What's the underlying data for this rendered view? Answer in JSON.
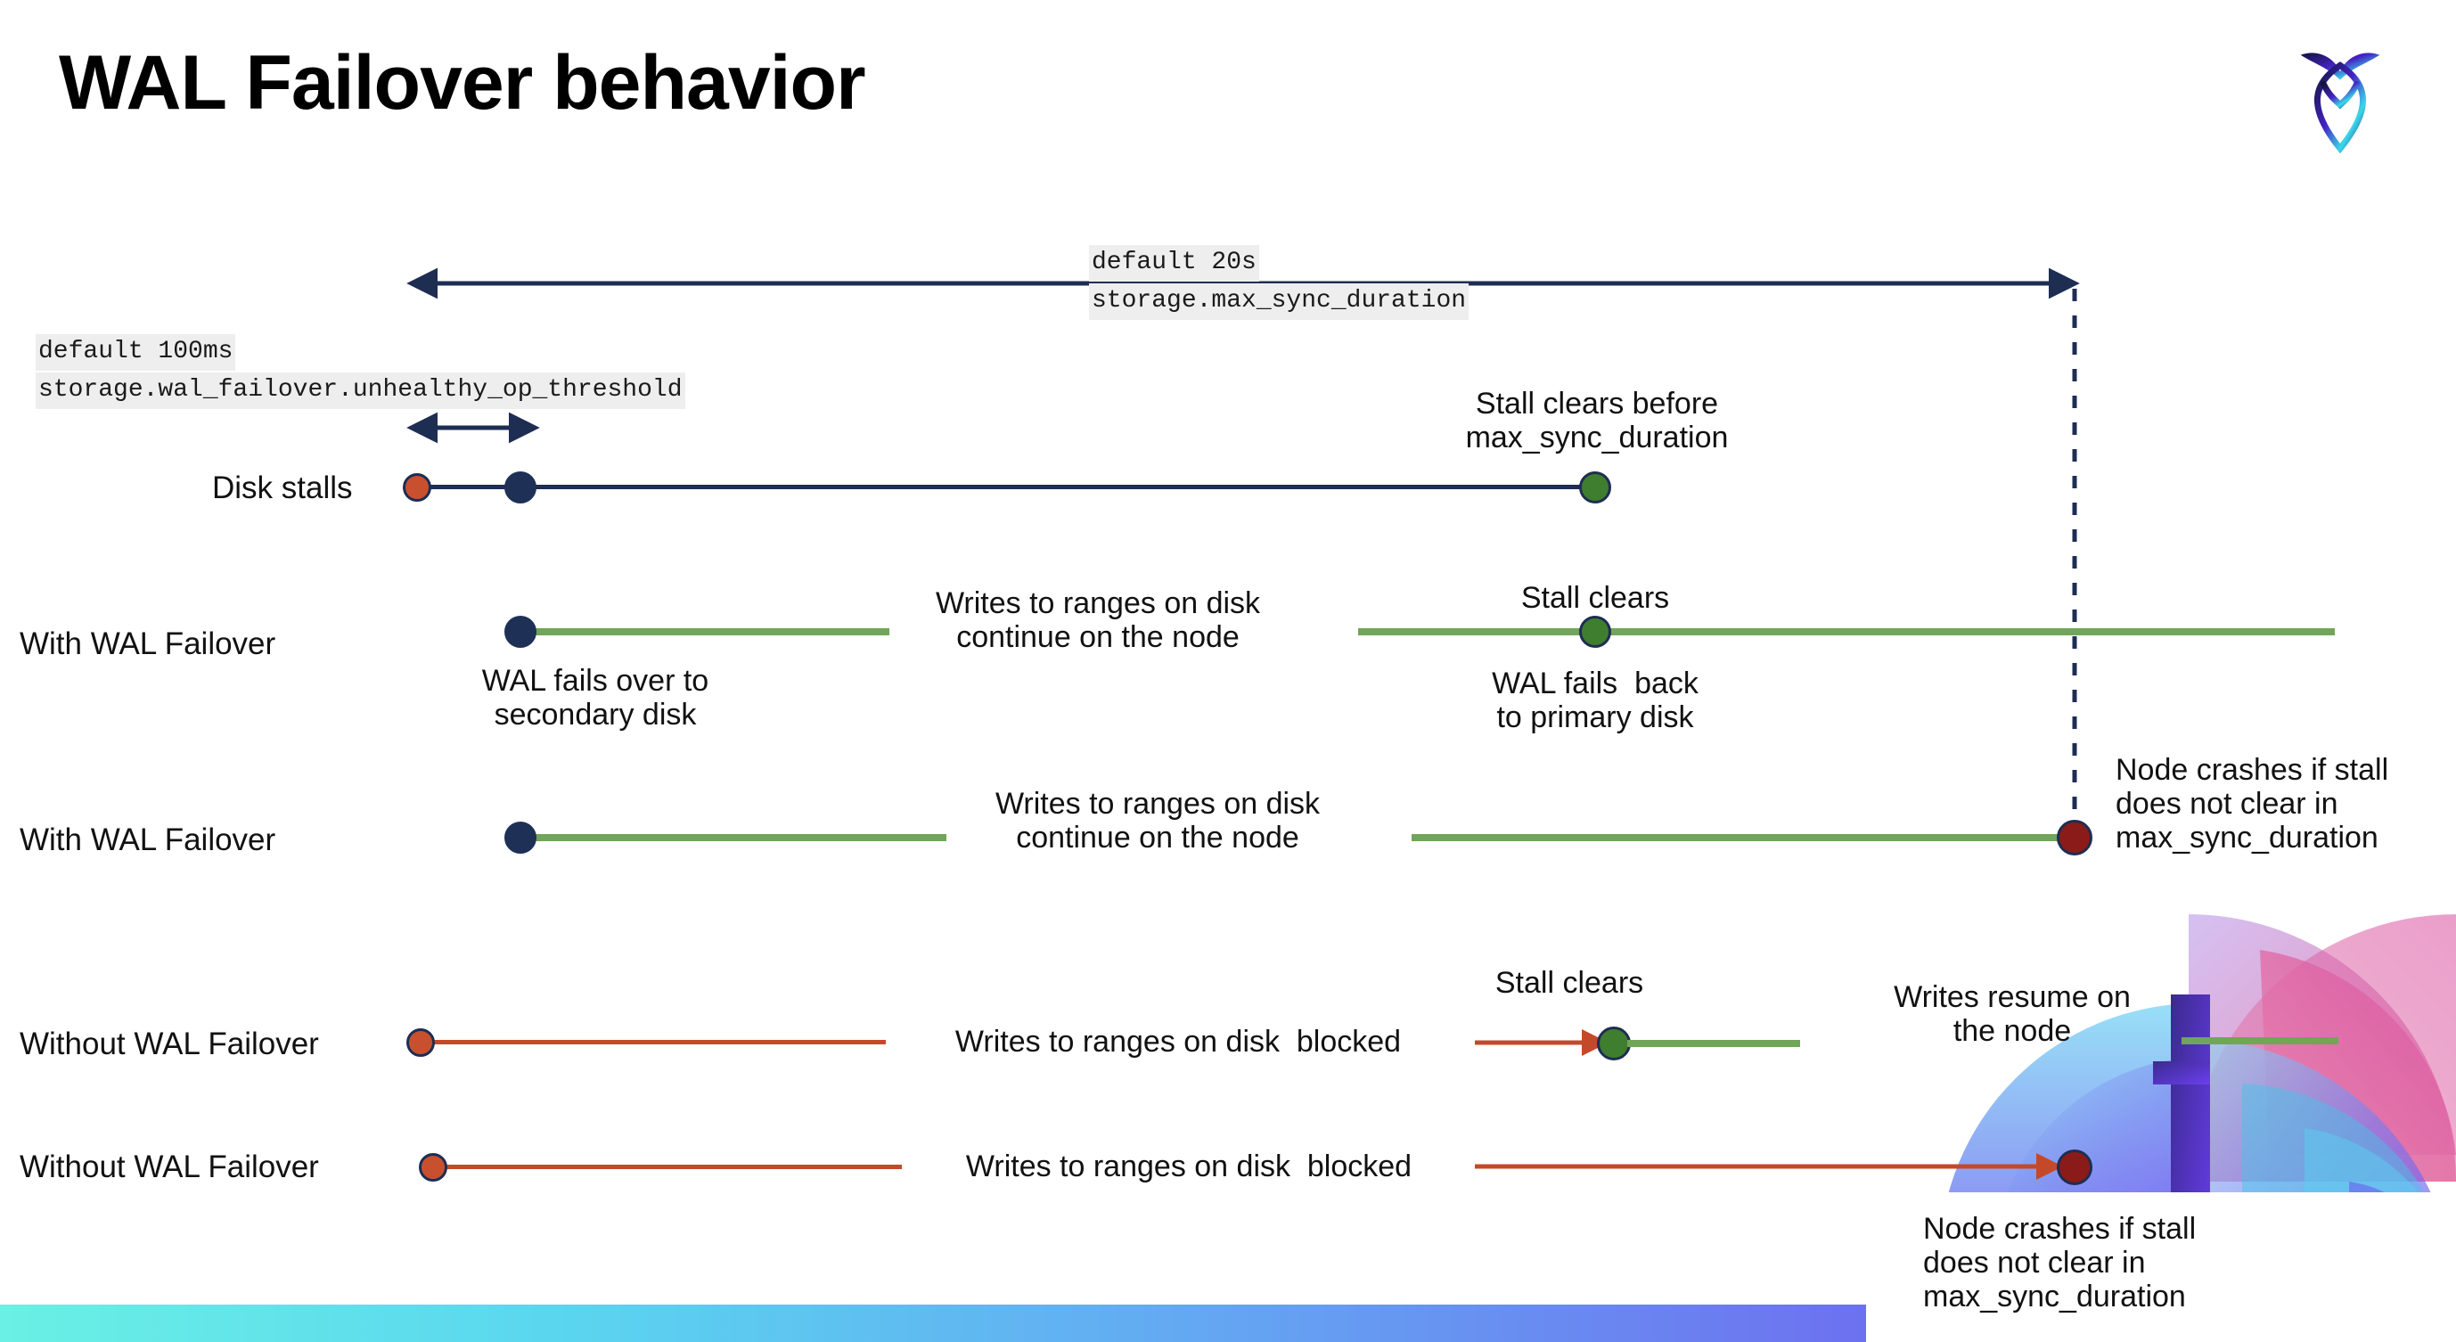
{
  "slide": {
    "title": "WAL Failover behavior",
    "logo_name": "cockroachdb-logo"
  },
  "annotations": {
    "max_sync": {
      "line1": "default 20s",
      "line2": "storage.max_sync_duration"
    },
    "unhealthy_op": {
      "line1": "default 100ms",
      "line2": "storage.wal_failover.unhealthy_op_threshold"
    }
  },
  "rows": [
    {
      "id": "disk-stalls",
      "label": "Disk stalls",
      "notes": [
        {
          "id": "stall-clears-before",
          "text": "Stall clears before\nmax_sync_duration"
        }
      ]
    },
    {
      "id": "with-wal-failover-1",
      "label": "With WAL Failover",
      "notes": [
        {
          "id": "wal-fails-over",
          "text": "WAL fails over to\nsecondary disk"
        },
        {
          "id": "writes-continue-1",
          "text": "Writes to ranges on disk\ncontinue on the node"
        },
        {
          "id": "stall-clears-1",
          "text": "Stall clears"
        },
        {
          "id": "wal-fails-back",
          "text": "WAL fails  back\nto primary disk"
        }
      ]
    },
    {
      "id": "with-wal-failover-2",
      "label": "With WAL Failover",
      "notes": [
        {
          "id": "writes-continue-2",
          "text": "Writes to ranges on disk\ncontinue on the node"
        },
        {
          "id": "node-crashes-1",
          "text": "Node crashes if stall\ndoes not clear in\nmax_sync_duration"
        }
      ]
    },
    {
      "id": "without-wal-failover-1",
      "label": "Without WAL Failover",
      "notes": [
        {
          "id": "writes-blocked-1",
          "text": "Writes to ranges on disk  blocked"
        },
        {
          "id": "stall-clears-2",
          "text": "Stall clears"
        },
        {
          "id": "writes-resume",
          "text": "Writes resume on\nthe node"
        }
      ]
    },
    {
      "id": "without-wal-failover-2",
      "label": "Without WAL Failover",
      "notes": [
        {
          "id": "writes-blocked-2",
          "text": "Writes to ranges on disk  blocked"
        },
        {
          "id": "node-crashes-2",
          "text": "Node crashes if stall\ndoes not clear in\nmax_sync_duration"
        }
      ]
    }
  ],
  "colors": {
    "navy": "#1e2d52",
    "green_line": "#71a559",
    "green_dot": "#3f7d2f",
    "red_line": "#c4492a",
    "orange_dot": "#c8502f",
    "dark_red_dot": "#8a1b18",
    "code_bg": "#eeeeee"
  }
}
